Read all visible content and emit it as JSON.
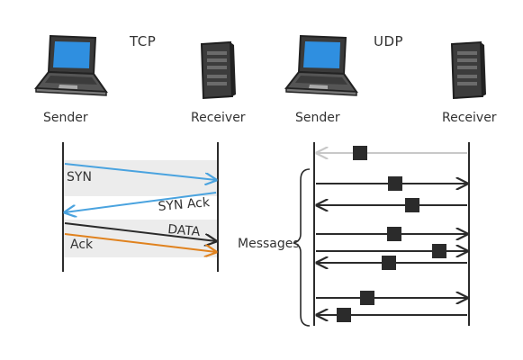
{
  "tcp": {
    "title": "TCP",
    "sender_label": "Sender",
    "receiver_label": "Receiver",
    "messages": {
      "syn": "SYN",
      "syn_ack": "SYN Ack",
      "data": "DATA",
      "ack": "Ack"
    }
  },
  "udp": {
    "title": "UDP",
    "sender_label": "Sender",
    "receiver_label": "Receiver",
    "messages_label": "Messages"
  },
  "colors": {
    "blue": "#4aa3df",
    "orange": "#e0821e",
    "dark": "#2b2b2b",
    "gray_arrow": "#c8c8c8",
    "band": "#ececec",
    "laptop_screen": "#2f8fe0"
  },
  "icons": [
    "laptop-icon",
    "server-icon"
  ]
}
